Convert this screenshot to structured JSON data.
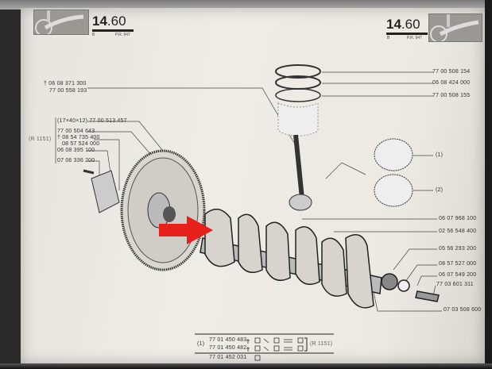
{
  "header": {
    "section_left": "14",
    "section_left_dec": ".60",
    "section_right": "14",
    "section_right_dec": ".60",
    "sub_letter": "B",
    "pr_code": "P.R. 947"
  },
  "left_labels": {
    "top1": "† 06 08 371 300",
    "top2": "77 00 558 193",
    "g1": "(17×40×12) 77 00 513 457",
    "g2": "77 00 504 643",
    "g3": "† 08 54 735 400",
    "g4": "08 57 524 000",
    "g5": "06 08 395 100",
    "g6": "07 06 336 200",
    "group_note": "(R 1151)"
  },
  "right_labels": {
    "r1": "77 00 508 154",
    "r2": "06 08 424 000",
    "r3": "77 00 508 155",
    "detail1": "(1)",
    "detail2": "(2)",
    "r4": "06 07 968 100",
    "r5": "02 56 548 400",
    "r6": "05 56 293 200",
    "r7": "08 57 527 000",
    "r8": "06 07 549 200",
    "r9": "77 03 601 311",
    "r10": "07 03 508 600"
  },
  "footer_table": {
    "ref": "(1)",
    "row1": "77 01 450 483",
    "row2": "77 01 450 482",
    "row3": "77 01 452 031",
    "note": "(R 1151)"
  },
  "colors": {
    "arrow": "#e8201c",
    "ink": "#333333"
  }
}
